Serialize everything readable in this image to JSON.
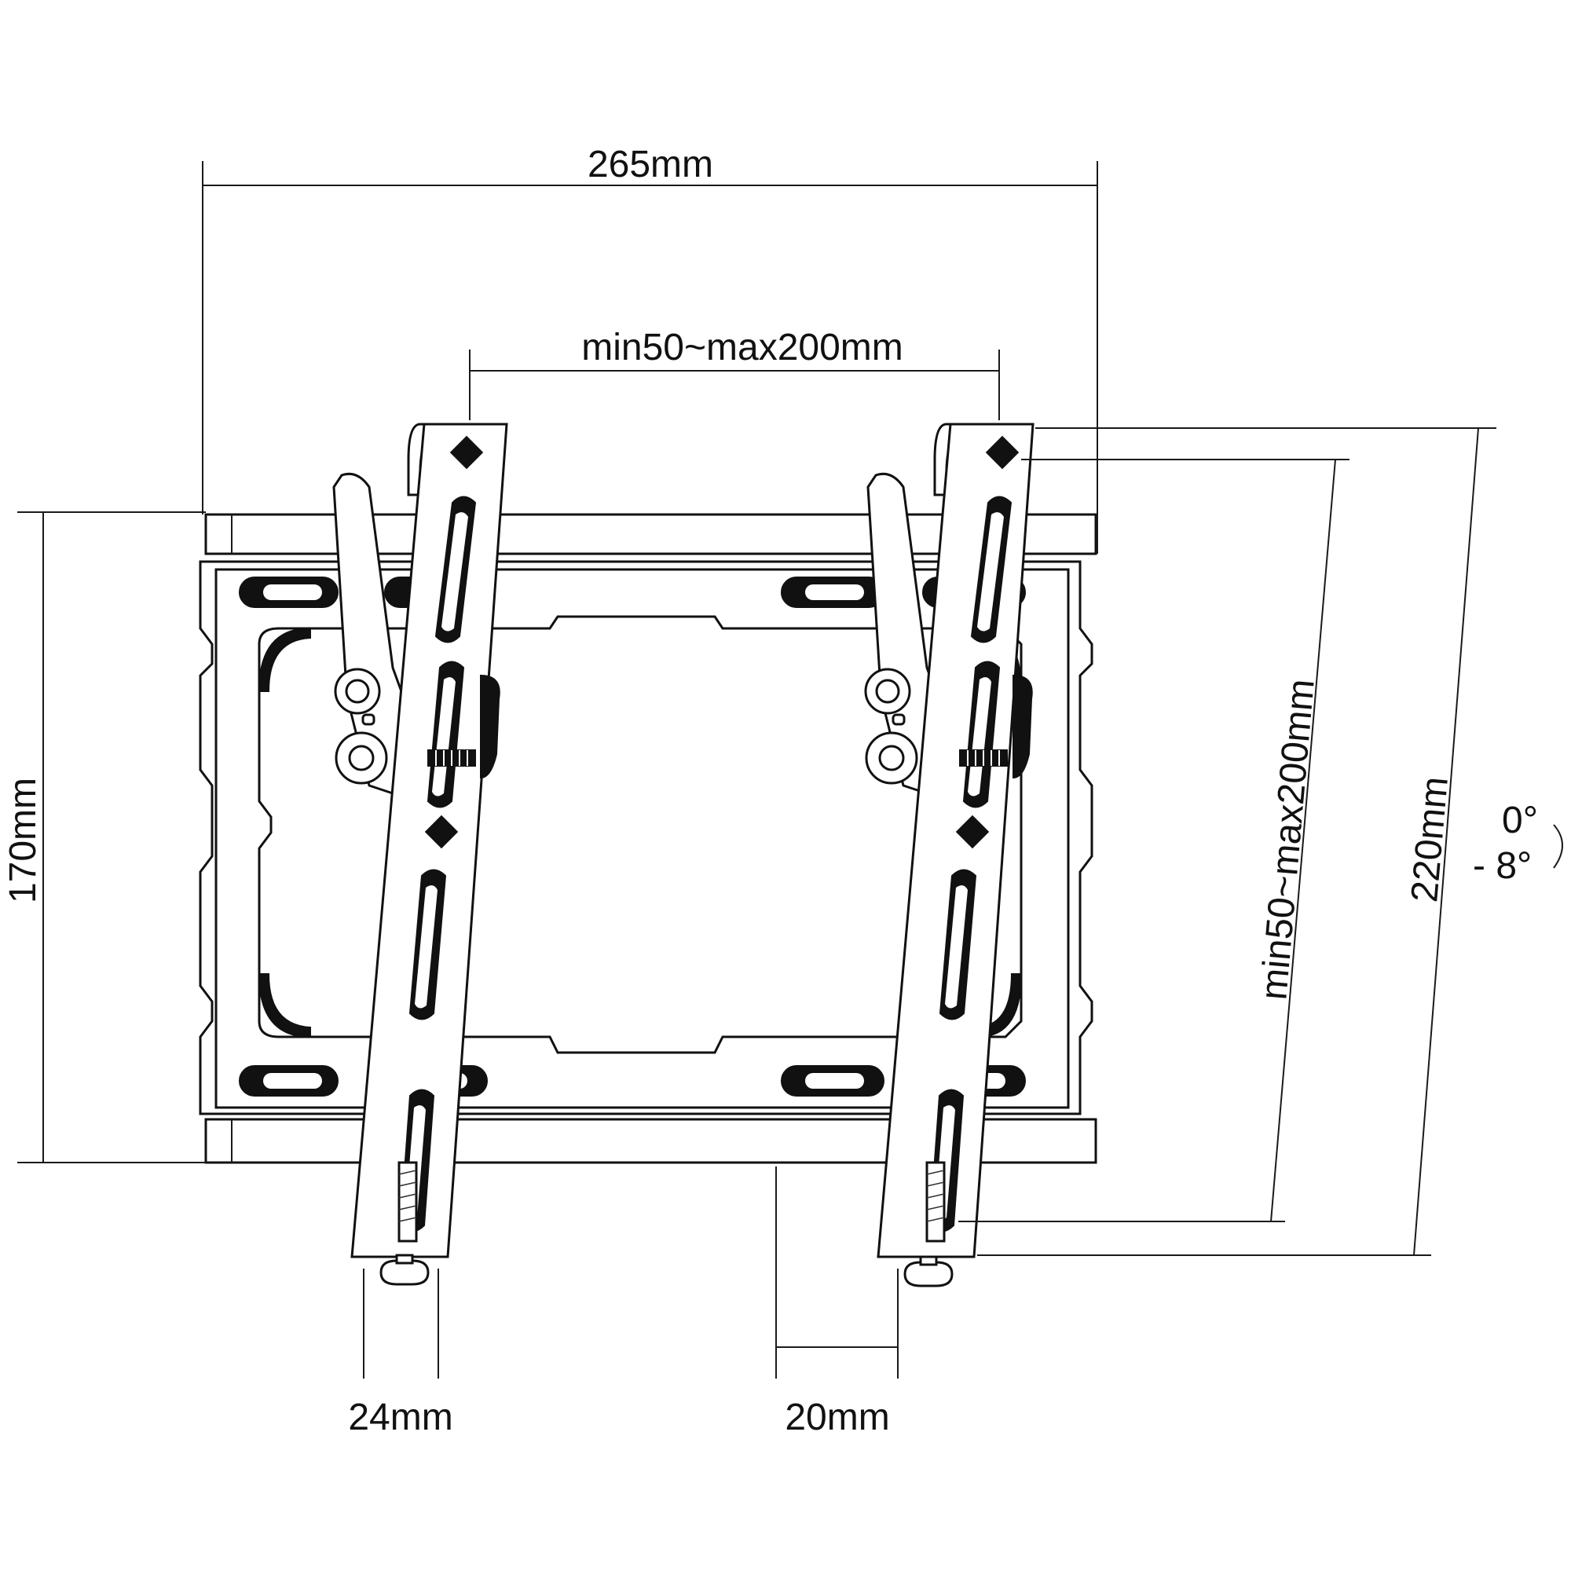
{
  "dimensions": {
    "overall_width": "265mm",
    "hole_spacing_horizontal": "min50~max200mm",
    "plate_height": "170mm",
    "hole_spacing_vertical": "min50~max200mm",
    "overall_height": "220mm",
    "tilt_max": "0°",
    "tilt_min": "- 8°",
    "arm_depth": "24mm",
    "wall_gap": "20mm"
  },
  "colors": {
    "line": "#111111",
    "background": "#ffffff"
  }
}
